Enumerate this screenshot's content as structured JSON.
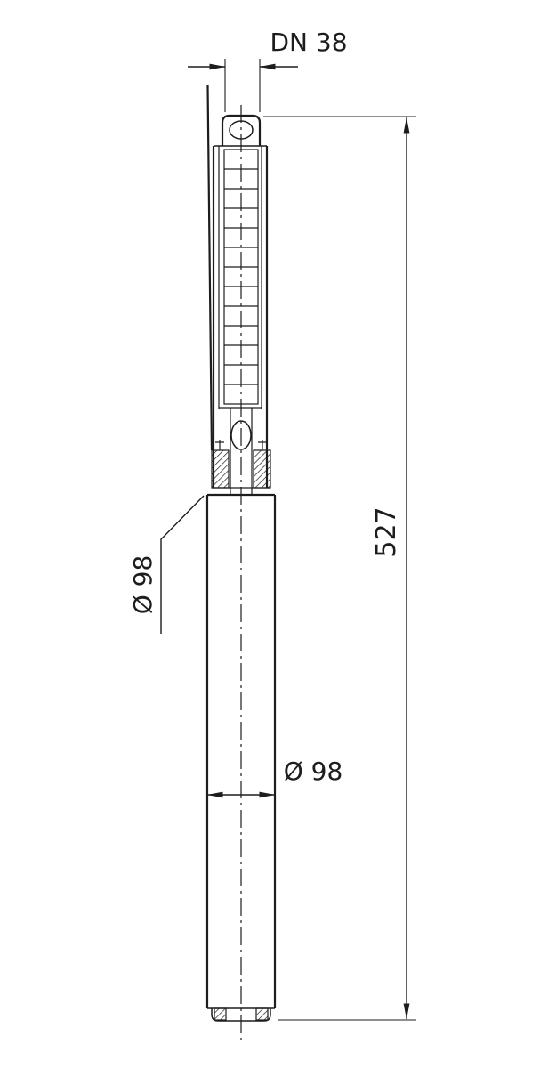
{
  "labels": {
    "dn": "DN 38",
    "height": "527",
    "diameter_upper": "Ø 98",
    "diameter_lower": "Ø 98"
  },
  "colors": {
    "line": "#1d1d1b",
    "background": "#ffffff"
  }
}
